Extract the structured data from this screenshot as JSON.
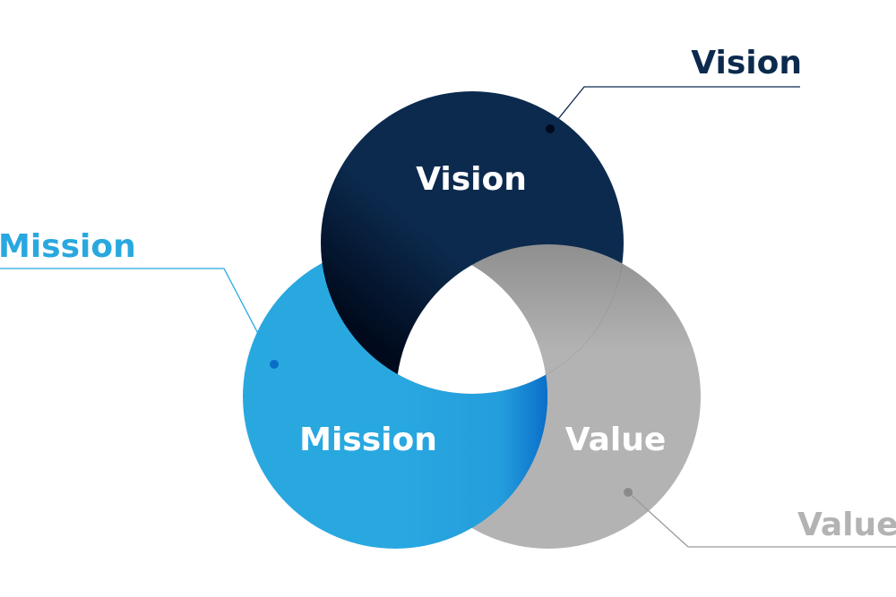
{
  "colors": {
    "vision": "#0c2a4e",
    "mission": "#29a8e0",
    "value": "#b3b3b4"
  },
  "circles": {
    "vision": "Vision",
    "mission": "Mission",
    "value": "Value"
  },
  "callouts": {
    "vision": "Vision",
    "mission": "Mission",
    "value": "Value"
  }
}
